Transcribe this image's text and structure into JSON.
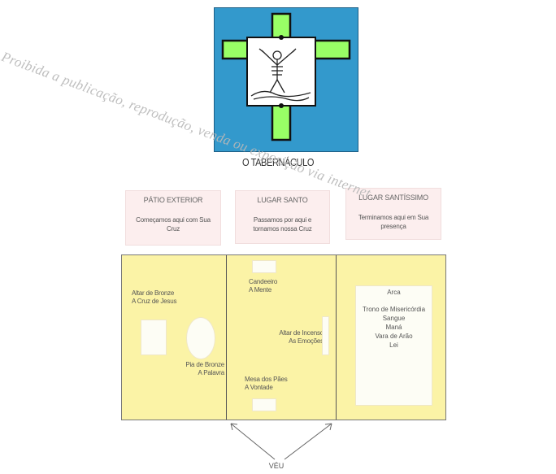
{
  "title": "O TABERNÁCULO",
  "watermark": "Proibida a publicação, reprodução, venda ou exposição via internet",
  "sections": [
    {
      "heading": "PÁTIO EXTERIOR",
      "description": "Começamos aqui com Sua Cruz"
    },
    {
      "heading": "LUGAR SANTO",
      "description": "Passamos por aqui e tornamos nossa Cruz"
    },
    {
      "heading": "LUGAR SANTÍSSIMO",
      "description": "Terminamos aqui em Sua presença"
    }
  ],
  "plan": {
    "bronze_altar": "Altar de Bronze",
    "bronze_altar_meaning": "A Cruz de Jesus",
    "bronze_laver": "Pia de Bronze",
    "bronze_laver_meaning": "A Palavra",
    "lampstand": "Candeeiro",
    "lampstand_meaning": "A Mente",
    "incense_altar": "Altar de Incenso",
    "incense_altar_meaning": "As Emoções",
    "bread_table": "Mesa dos Pães",
    "bread_table_meaning": "A Vontade",
    "ark": "Arca",
    "ark_items": [
      "Trono de Misericórdia",
      "Sangue",
      "Maná",
      "Vara de Arão",
      "Lei"
    ]
  },
  "veil_label": "VÉU",
  "colors": {
    "logo_bg": "#3399cc",
    "cross": "#99ff66",
    "plan_fill": "#fbf3a6",
    "section_box": "#fceeee",
    "watermark": "#b8b8b8"
  },
  "icons": {
    "logo": "cross-with-figure-icon",
    "arrows": "veil-arrow-icon"
  }
}
